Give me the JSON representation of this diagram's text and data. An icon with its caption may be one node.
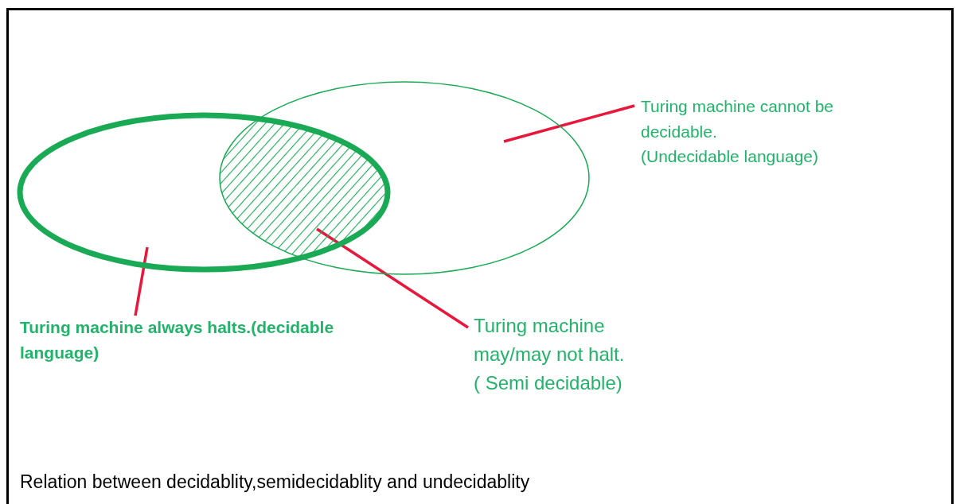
{
  "diagram": {
    "caption": "Relation between decidablity,semidecidablity and undecidablity",
    "nodes": [
      {
        "text": [],
        "shape": "ellipse"
      },
      {
        "text": [],
        "shape": "ellipse"
      },
      {
        "text": [],
        "shape": "lens"
      },
      {
        "text": [
          "Turing machine cannot be decidable.",
          "(Undecidable language)"
        ]
      },
      {
        "text": [
          "Turing machine always halts.(decidable language)"
        ]
      },
      {
        "text": [
          "Turing machine may/may not halt.",
          "( Semi decidable)"
        ]
      }
    ],
    "edges": [
      {
        "from": 3,
        "to": 1,
        "arrow": "none"
      },
      {
        "from": 4,
        "to": 0,
        "arrow": "none"
      },
      {
        "from": 5,
        "to": 2,
        "arrow": "none"
      }
    ]
  }
}
